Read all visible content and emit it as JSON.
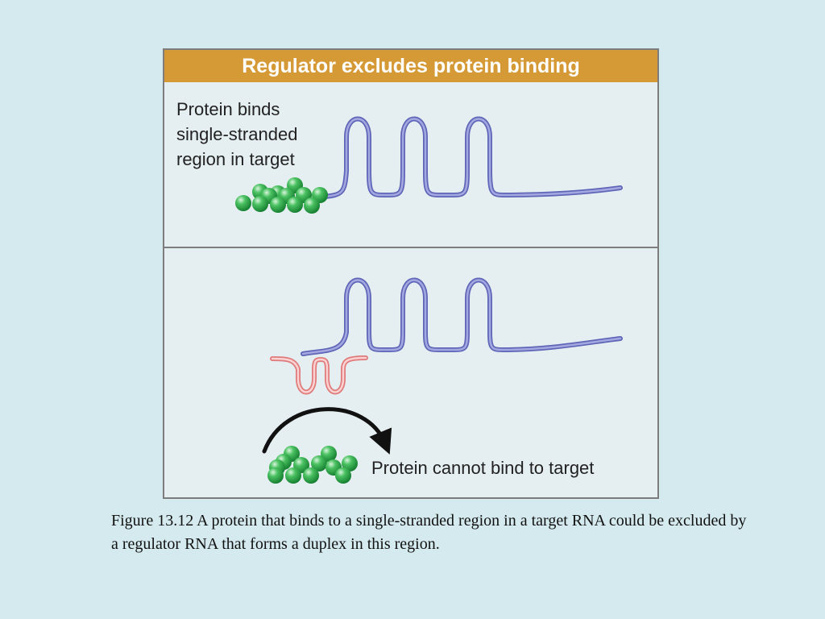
{
  "figure": {
    "title": "Regulator excludes protein binding",
    "panel1_label_lines": [
      "Protein binds",
      "single-stranded",
      "region in target"
    ],
    "panel2_label": "Protein cannot bind to target"
  },
  "caption": "Figure 13.12  A protein that binds to a single-stranded region in a target RNA could be excluded by a regulator RNA that forms a duplex in this region.",
  "colors": {
    "background": "#d5eaee",
    "panel_background": "#e5eef0",
    "title_bar": "#d59a36",
    "target_rna": "#8f93d2",
    "regulator_rna": "#f4a0a0",
    "protein": "#2fb34a",
    "arrow": "#111111"
  }
}
